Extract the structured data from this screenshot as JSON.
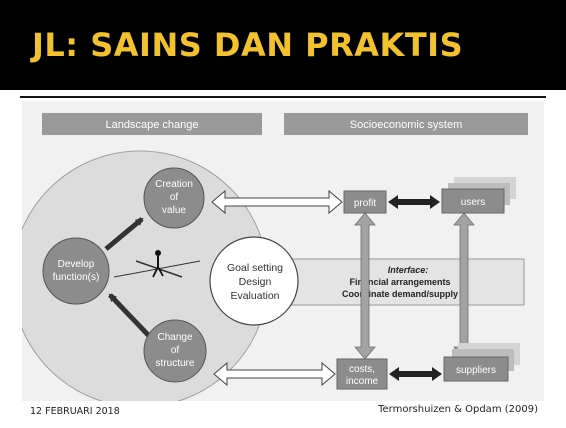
{
  "slide": {
    "title": "JL: SAINS DAN PRAKTIS",
    "footer_date": "12 FEBRUARI 2018",
    "footer_citation": "Termorshuizen & Opdam (2009)"
  },
  "diagram": {
    "header_left": "Landscape change",
    "header_right": "Socioeconomic system",
    "creation_line1": "Creation",
    "creation_line2": "of",
    "creation_line3": "value",
    "develop_line1": "Develop",
    "develop_line2": "function(s)",
    "change_line1": "Change",
    "change_line2": "of",
    "change_line3": "structure",
    "goal_line1": "Goal setting",
    "goal_line2": "Design",
    "goal_line3": "Evaluation",
    "interface_line1": "Interface:",
    "interface_line2": "Financial arrangements",
    "interface_line3": "Coordinate demand/supply",
    "profit": "profit",
    "users": "users",
    "costs_line1": "costs,",
    "costs_line2": "income",
    "suppliers": "suppliers"
  },
  "colors": {
    "header_bg": "#000000",
    "title": "#f2c12e",
    "node_fill": "#8c8c8c",
    "header_box": "#9a9a9a",
    "big_circle": "#dcdcdc"
  }
}
